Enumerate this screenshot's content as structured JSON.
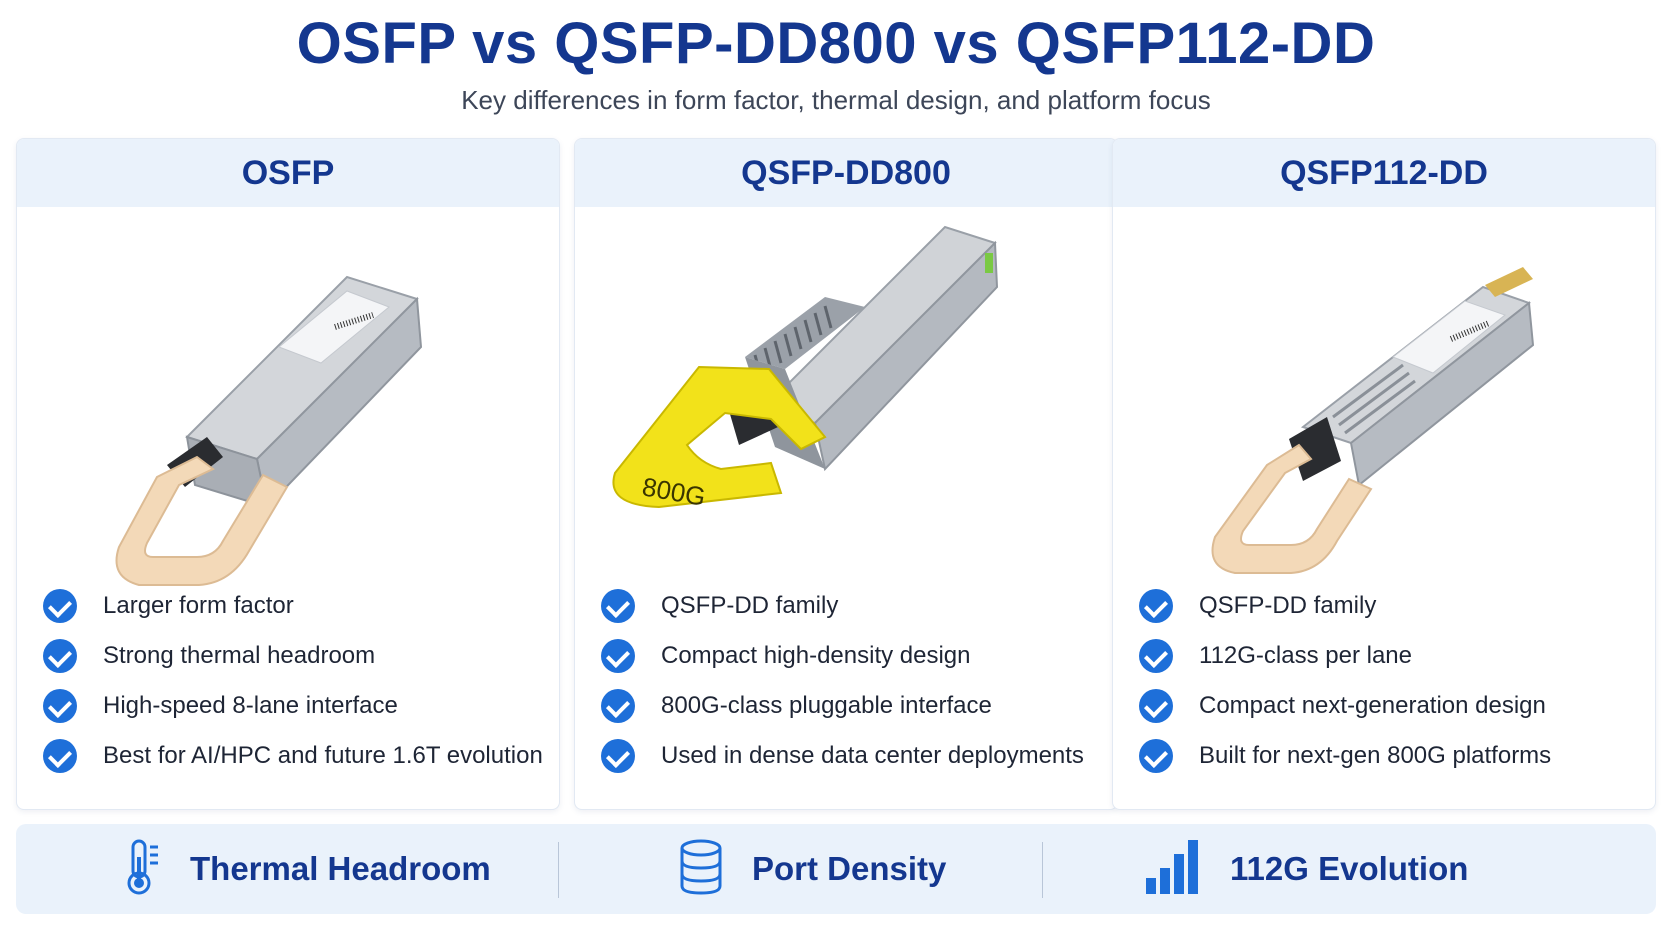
{
  "header": {
    "title": "OSFP vs QSFP-DD800 vs QSFP112-DD",
    "subtitle": "Key differences in form factor, thermal design, and platform focus"
  },
  "cards": [
    {
      "title": "OSFP",
      "image": "osfp-module-pull-tab-beige",
      "features": [
        "Larger form factor",
        "Strong thermal headroom",
        "High-speed 8-lane interface",
        "Best for AI/HPC and future 1.6T evolution"
      ]
    },
    {
      "title": "QSFP-DD800",
      "image": "qsfp-dd800-module-pull-tab-yellow",
      "tab_label": "800G",
      "features": [
        "QSFP-DD family",
        "Compact high-density design",
        "800G-class pluggable interface",
        "Used in dense data center deployments"
      ]
    },
    {
      "title": "QSFP112-DD",
      "image": "qsfp112-dd-module-pull-tab-beige",
      "features": [
        "QSFP-DD family",
        "112G-class per lane",
        "Compact next-generation design",
        "Built for next-gen 800G platforms"
      ]
    }
  ],
  "footer": [
    {
      "icon": "thermometer-icon",
      "label": "Thermal Headroom"
    },
    {
      "icon": "database-icon",
      "label": "Port Density"
    },
    {
      "icon": "signal-bars-icon",
      "label": "112G Evolution"
    }
  ],
  "colors": {
    "title": "#14378f",
    "accent": "#1e6fd9",
    "panel": "#eaf2fb",
    "tab_beige": "#f3d9b8",
    "tab_yellow": "#f2e21a"
  }
}
